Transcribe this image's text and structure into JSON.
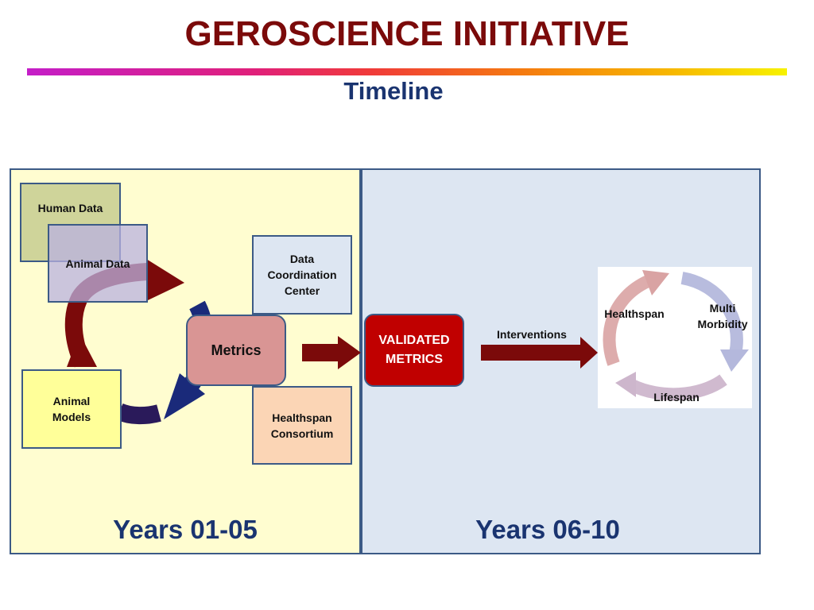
{
  "header": {
    "title": "GEROSCIENCE INITIATIVE",
    "subtitle": "Timeline"
  },
  "left_panel": {
    "years_label": "Years 01-05",
    "human_data": "Human Data",
    "animal_data": "Animal Data",
    "animal_models": "Animal\nModels",
    "data_coordination_center": "Data\nCoordination\nCenter",
    "metrics": "Metrics",
    "healthspan_consortium": "Healthspan\nConsortium"
  },
  "right_panel": {
    "years_label": "Years 06-10",
    "validated_metrics": "VALIDATED\nMETRICS",
    "interventions": "Interventions",
    "cycle": {
      "healthspan": "Healthspan",
      "multi_morbidity": "Multi\nMorbidity",
      "lifespan": "Lifespan"
    }
  },
  "colors": {
    "title": "#7b0a0a",
    "subtitle": "#1a3470",
    "dark_red_arrow": "#7b0a0a",
    "navy_arrow": "#1a2a7a",
    "validated_box": "#c00000"
  }
}
